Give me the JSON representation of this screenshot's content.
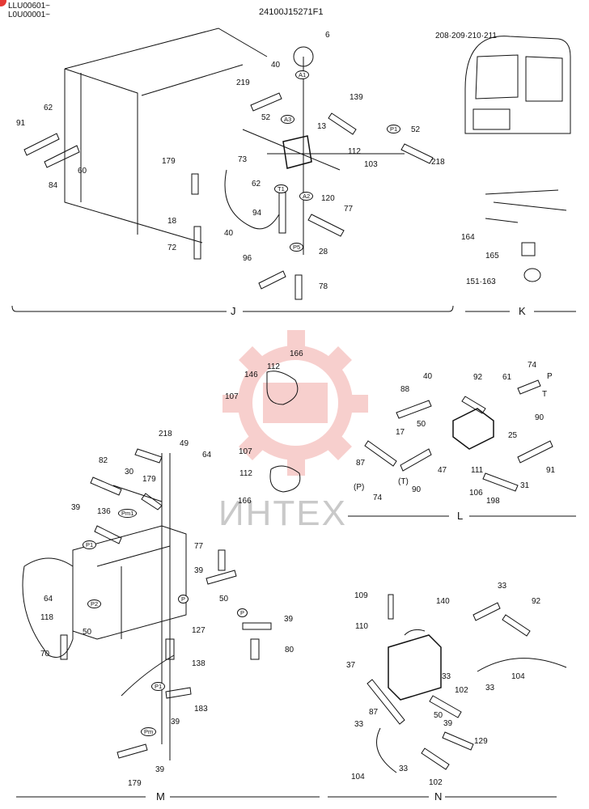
{
  "header": {
    "serial_1": "LLU00601~",
    "serial_2": "L0U00001~",
    "drawing_number": "24100J15271F1"
  },
  "watermark": {
    "text": "ИНТЕХ",
    "color": "#e53935",
    "icon": "gear-logo-icon"
  },
  "sections": {
    "J": "J",
    "K": "K",
    "L": "L",
    "M": "M",
    "N": "N"
  },
  "parts": {
    "j": [
      "6",
      "40",
      "219",
      "52",
      "139",
      "62",
      "91",
      "60",
      "84",
      "13",
      "P1",
      "52",
      "73",
      "112",
      "103",
      "218",
      "179",
      "62",
      "A2",
      "120",
      "18",
      "94",
      "77",
      "40",
      "72",
      "28",
      "96",
      "78",
      "A1",
      "A3",
      "T1",
      "P5"
    ],
    "k": [
      "208·209·210·211",
      "164",
      "165",
      "151·163"
    ],
    "l": [
      "166",
      "146",
      "112",
      "107",
      "40",
      "92",
      "61",
      "74",
      "P",
      "T",
      "88",
      "90",
      "25",
      "50",
      "17",
      "87",
      "47",
      "111",
      "91",
      "(P)",
      "(T)",
      "74",
      "90",
      "106",
      "31",
      "198",
      "107",
      "112",
      "166"
    ],
    "m": [
      "218",
      "49",
      "64",
      "82",
      "30",
      "179",
      "39",
      "136",
      "Pm1",
      "P1",
      "77",
      "39",
      "50",
      "64",
      "P2",
      "118",
      "50",
      "P",
      "P",
      "39",
      "70",
      "127",
      "80",
      "138",
      "P1",
      "183",
      "39",
      "Pm",
      "39",
      "179"
    ],
    "n": [
      "109",
      "140",
      "33",
      "92",
      "110",
      "37",
      "33",
      "33",
      "104",
      "102",
      "87",
      "50",
      "33",
      "39",
      "129",
      "33",
      "104",
      "102"
    ]
  }
}
